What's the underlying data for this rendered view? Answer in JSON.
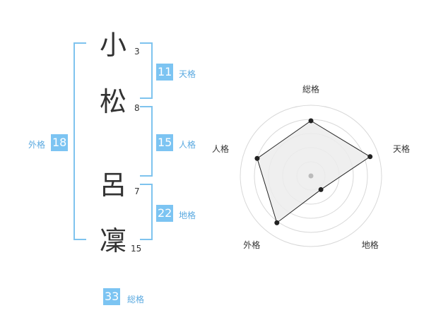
{
  "name_chars": [
    {
      "char": "小",
      "strokes": "3"
    },
    {
      "char": "松",
      "strokes": "8"
    },
    {
      "char": "呂",
      "strokes": "7"
    },
    {
      "char": "凜",
      "strokes": "15"
    }
  ],
  "scores": {
    "tenkaku": {
      "value": "11",
      "label": "天格"
    },
    "jinkaku": {
      "value": "15",
      "label": "人格"
    },
    "chikaku": {
      "value": "22",
      "label": "地格"
    },
    "gaikaku": {
      "value": "18",
      "label": "外格"
    },
    "soukaku": {
      "value": "33",
      "label": "総格"
    }
  },
  "chart_data": {
    "type": "radar",
    "axes": [
      "総格",
      "天格",
      "地格",
      "外格",
      "人格"
    ],
    "values": [
      0.78,
      0.88,
      0.24,
      0.82,
      0.8
    ],
    "rings": 5,
    "colors": {
      "fill": "#ececec",
      "ring": "#d8d8d8",
      "line": "#222222",
      "center": "#bbbbbb"
    }
  }
}
